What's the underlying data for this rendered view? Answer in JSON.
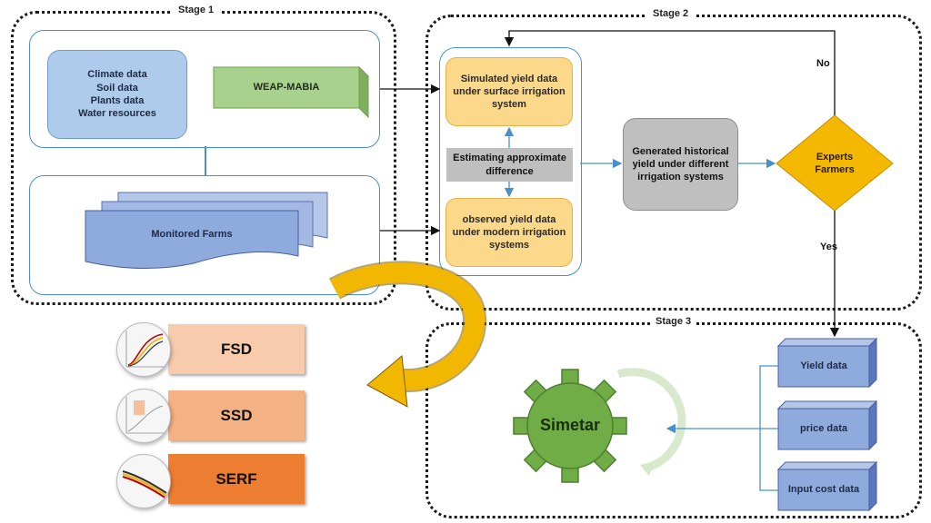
{
  "stages": {
    "stage1": "Stage 1",
    "stage2": "Stage 2",
    "stage3": "Stage 3"
  },
  "inputs": {
    "line1": "Climate data",
    "line2": "Soil data",
    "line3": "Plants data",
    "line4": "Water resources"
  },
  "model": "WEAP-MABIA",
  "monitored": "Monitored Farms",
  "simulated": "Simulated yield data under surface irrigation system",
  "estimating": "Estimating approximate difference",
  "observed": "observed yield data under modern irrigation systems",
  "generated": "Generated historical yield under different irrigation systems",
  "decision": {
    "line1": "Experts",
    "line2": "Farmers"
  },
  "no_label": "No",
  "yes_label": "Yes",
  "stage3_data": {
    "yield": "Yield data",
    "price": "price data",
    "input_cost": "Input cost data"
  },
  "simetar": "Simetar",
  "results": {
    "fsd": "FSD",
    "ssd": "SSD",
    "serf": "SERF"
  },
  "colors": {
    "blue_box": "#aecbec",
    "green_box": "#a9d18e",
    "yellow_box": "#fcd98a",
    "gray_box": "#bfbfbf",
    "decision": "#f5b800",
    "data_box": "#8faadc",
    "gear": "#70ad47",
    "fsd": "#f8cbad",
    "ssd": "#f4b183",
    "serf": "#ed7d31"
  }
}
